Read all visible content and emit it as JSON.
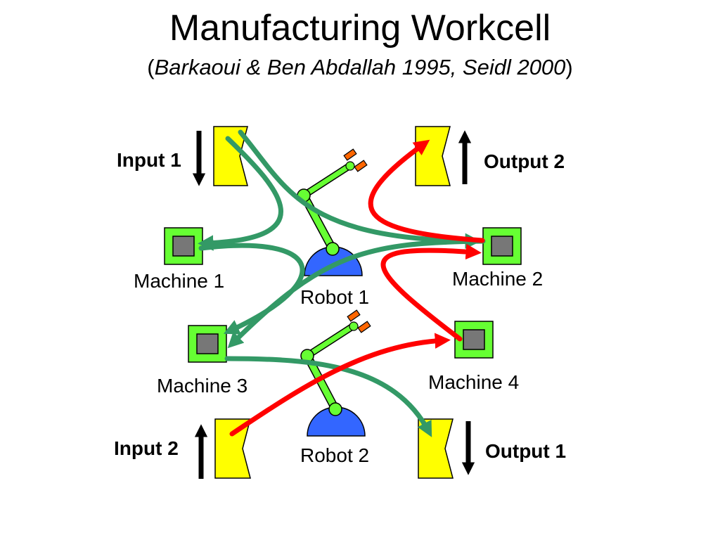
{
  "title": "Manufacturing Workcell",
  "subtitle": {
    "open": "(",
    "reference": "Barkaoui & Ben Abdallah 1995, Seidl 2000",
    "close": ")"
  },
  "buffers": {
    "input1": "Input 1",
    "input2": "Input 2",
    "output1": "Output 1",
    "output2": "Output 2"
  },
  "machines": {
    "m1": "Machine 1",
    "m2": "Machine 2",
    "m3": "Machine 3",
    "m4": "Machine 4"
  },
  "robots": {
    "r1": "Robot 1",
    "r2": "Robot 2"
  },
  "colors": {
    "buffer_fill": "#ffff00",
    "machine_outer": "#66ff33",
    "machine_inner": "#777777",
    "robot_base": "#3366ff",
    "robot_arm": "#66ff33",
    "gripper": "#ff6600",
    "flow_product1": "#339966",
    "flow_product2": "#ff0000",
    "direction_arrow": "#000000"
  }
}
